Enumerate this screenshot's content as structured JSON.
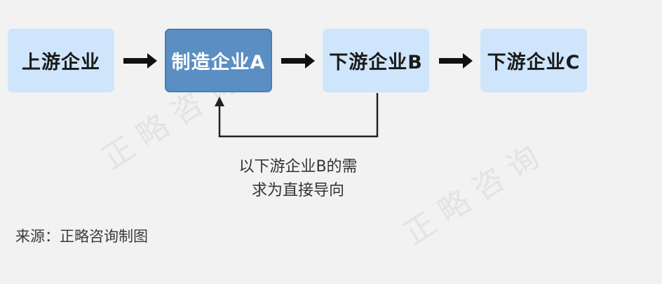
{
  "nodes": [
    {
      "label": "上游企业"
    },
    {
      "label": "制造企业A"
    },
    {
      "label": "下游企业B"
    },
    {
      "label": "下游企业C"
    }
  ],
  "feedback_note": {
    "line1": "以下游企业B的需",
    "line2": "求为直接导向"
  },
  "source": "来源：正略咨询制图",
  "watermarks": [
    "正略咨询",
    "正略咨询"
  ],
  "colors": {
    "background": "#f2f2f2",
    "node_light": "#cfe5fb",
    "node_dark": "#5b8ec3",
    "arrow": "#111111",
    "feedback_line": "#222222"
  }
}
